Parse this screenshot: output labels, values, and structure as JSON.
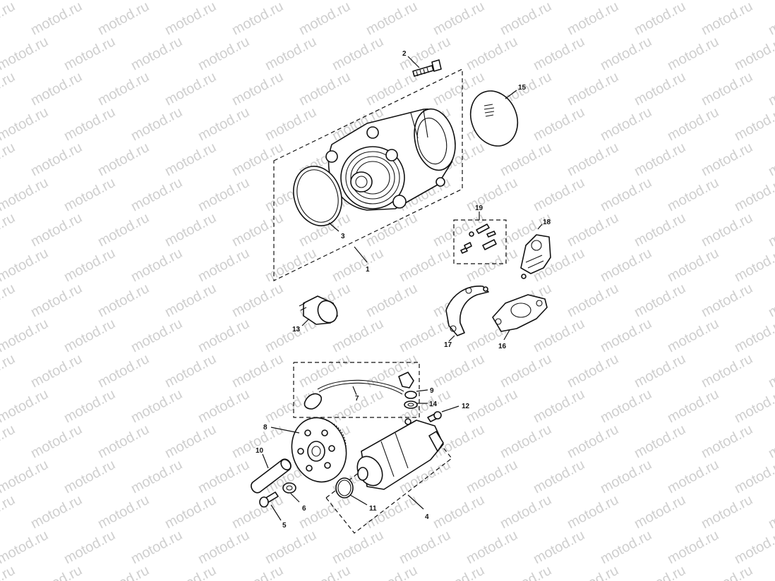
{
  "watermark": {
    "text": "motod.ru",
    "color": "#cfcfcf"
  },
  "callouts": {
    "c1": "1",
    "c2": "2",
    "c3": "3",
    "c4": "4",
    "c5": "5",
    "c6": "6",
    "c7": "7",
    "c8": "8",
    "c9": "9",
    "c10": "10",
    "c11": "11",
    "c12": "12",
    "c13": "13",
    "c14": "14",
    "c15": "15",
    "c16": "16",
    "c17": "17",
    "c18": "18",
    "c19": "19"
  }
}
